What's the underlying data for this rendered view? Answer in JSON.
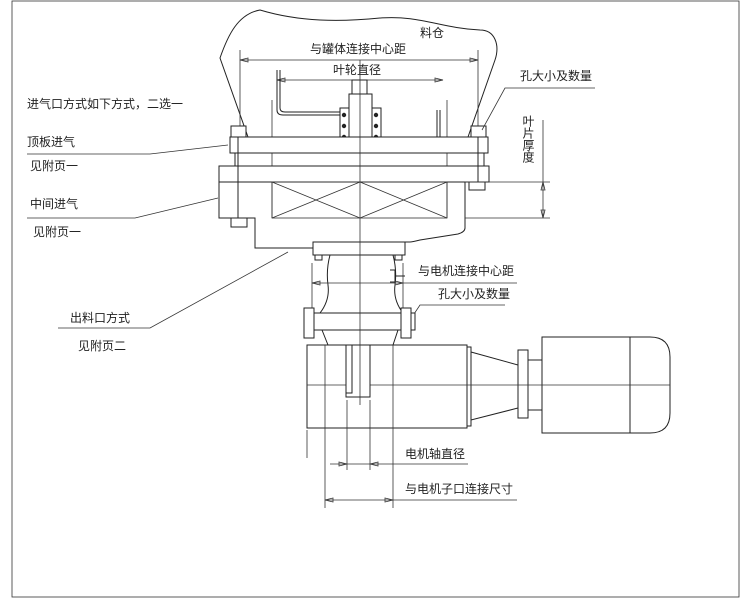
{
  "labels": {
    "silo": "料仓",
    "tank_center_distance": "与罐体连接中心距",
    "impeller_diameter": "叶轮直径",
    "hole_size_qty_top": "孔大小及数量",
    "blade_thickness": "叶片厚度",
    "inlet_note": "进气口方式如下方式，二选一",
    "top_plate_inlet": "顶板进气",
    "see_appendix_1a": "见附页一",
    "middle_inlet": "中间进气",
    "see_appendix_1b": "见附页一",
    "outlet_method": "出料口方式",
    "see_appendix_2": "见附页二",
    "motor_center_distance": "与电机连接中心距",
    "hole_size_qty_bottom": "孔大小及数量",
    "motor_shaft_diameter": "电机轴直径",
    "motor_spigot_size": "与电机子口连接尺寸"
  }
}
